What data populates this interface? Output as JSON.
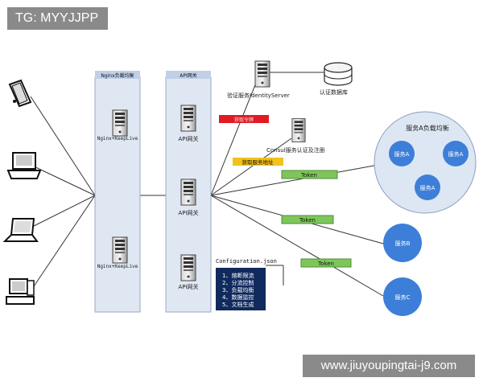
{
  "watermark_top": "TG: MYYJJPP",
  "watermark_bottom": "www.jiuyoupingtai-j9.com",
  "colors": {
    "panel_fill": "#dfe7f2",
    "panel_stroke": "#9aaac4",
    "band_fill": "#c0d0e8",
    "red_label": "#e01b24",
    "yellow_label": "#f2c21b",
    "green_label": "#7ec65c",
    "config_box": "#102a5e",
    "service_circle": "#3d7fd8",
    "cluster_fill": "#dde7f3",
    "line": "#333333"
  },
  "clients": [
    {
      "name": "tablet-icon"
    },
    {
      "name": "desktop-computer-icon"
    },
    {
      "name": "laptop-icon"
    },
    {
      "name": "workstation-icon"
    }
  ],
  "nginx_panel": {
    "header": "Nginx负载均衡",
    "nodes": [
      "Nginx+KeepLive",
      "Nginx+KeepLive"
    ]
  },
  "api_panel": {
    "header": "API网关",
    "nodes": [
      "API网关",
      "API网关",
      "API网关"
    ]
  },
  "identity_server": {
    "label": "验证服务IdentityServer"
  },
  "auth_db": {
    "label": "认证数据库"
  },
  "consul": {
    "label": "Consul服务认证及注册"
  },
  "labels": {
    "fetch_token": "获取令牌",
    "fetch_address": "获取服务地址",
    "token_1": "Token",
    "token_2": "Token",
    "token_3": "Token"
  },
  "config": {
    "title": "Configuration.json",
    "items": [
      "1、熔断限流",
      "2、分流控制",
      "3、负载均衡",
      "4、数据监控",
      "5、文档生成"
    ]
  },
  "cluster": {
    "title": "服务A负载均衡",
    "services": [
      "服务A",
      "服务A",
      "服务A"
    ]
  },
  "service_b": "服务B",
  "service_c": "服务C"
}
